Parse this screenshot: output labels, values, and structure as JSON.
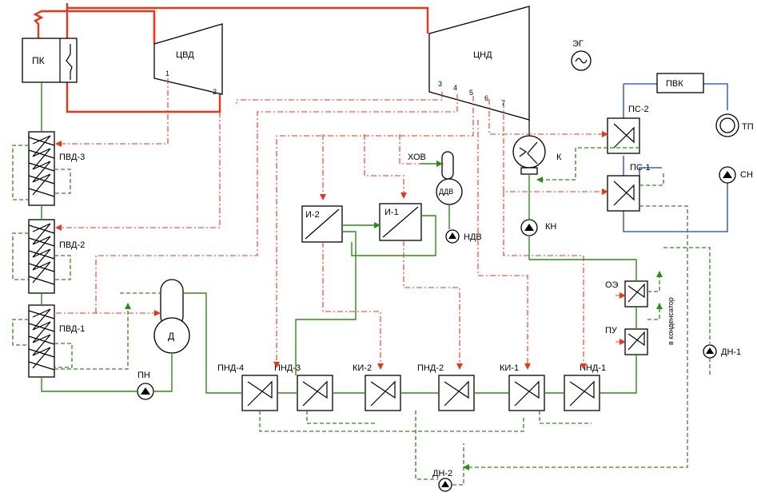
{
  "diagram": {
    "components": {
      "pk": "ПК",
      "cvd": "ЦВД",
      "cnd": "ЦНД",
      "eg": "ЭГ",
      "pvk": "ПВК",
      "ps2": "ПС-2",
      "ps1": "ПС-1",
      "tp": "ТП",
      "sn": "СН",
      "k": "К",
      "kn": "КН",
      "hov": "ХОВ",
      "ddv": "ДДВ",
      "ndv": "НДВ",
      "i1": "И-1",
      "i2": "И-2",
      "pvd3": "ПВД-3",
      "pvd2": "ПВД-2",
      "pvd1": "ПВД-1",
      "d": "Д",
      "pn": "ПН",
      "pnd4": "ПНД-4",
      "pnd3": "ПНД-3",
      "ki2": "КИ-2",
      "pnd2": "ПНД-2",
      "ki1": "КИ-1",
      "pnd1": "ПНД-1",
      "oe": "ОЭ",
      "pu": "ПУ",
      "dn1": "ДН-1",
      "dn2": "ДН-2",
      "to_condenser": "в конденсатор"
    },
    "extractions": {
      "e1": "1",
      "e2": "2",
      "e3": "3",
      "e4": "4",
      "e5": "5",
      "e6": "6",
      "e7": "7"
    },
    "colors": {
      "live_steam": "#e8371c",
      "extraction_steam": "#e8371c",
      "condensate": "#2e8b1a",
      "feedwater": "#2e8b1a",
      "heating_network": "#1a3fd8"
    }
  }
}
